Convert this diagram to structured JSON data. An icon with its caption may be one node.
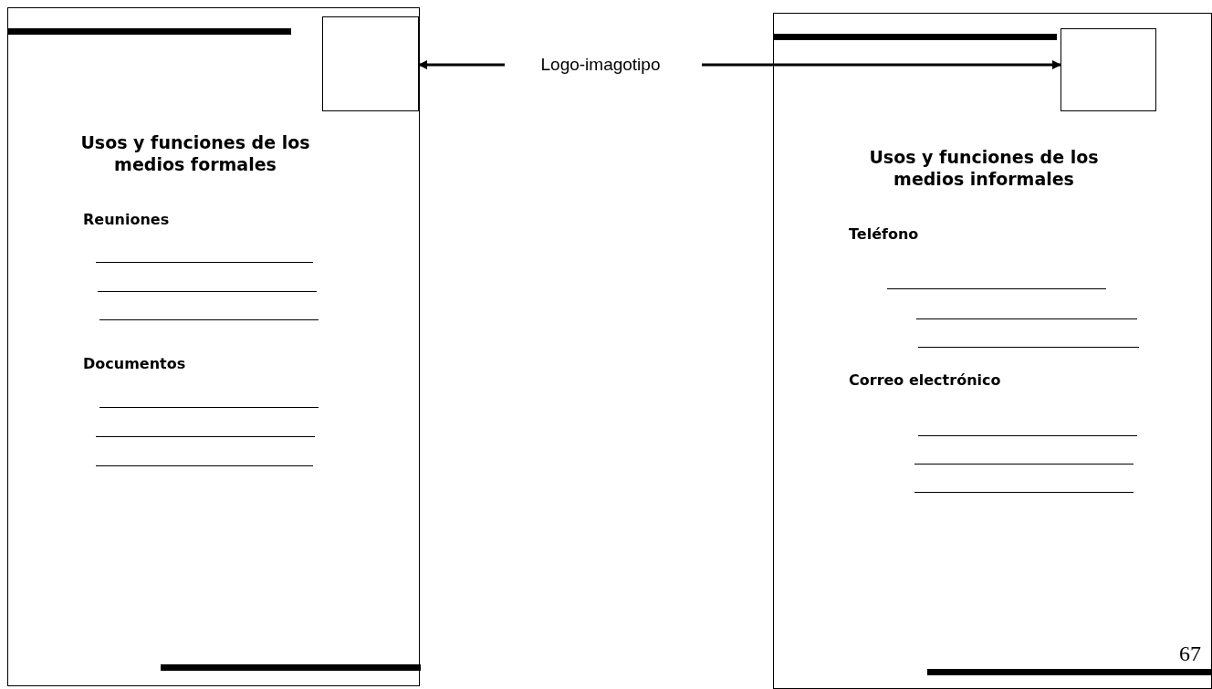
{
  "diagram": {
    "nodes": [
      {
        "text": [
          "Usos y funciones de los medios formales",
          "Reuniones",
          "Documentos"
        ]
      },
      {
        "text": [],
        "shape": "box",
        "in": 0
      },
      {
        "text": [
          "Logo-imagotipo"
        ]
      },
      {
        "text": [
          "Usos y funciones de los medios informales",
          "Teléfono",
          "Correo electrónico"
        ]
      },
      {
        "text": [],
        "shape": "box",
        "in": 3
      }
    ],
    "edges": [
      {
        "from": 2,
        "to": 1,
        "arrow": "to"
      },
      {
        "from": 2,
        "to": 4,
        "arrow": "to"
      }
    ],
    "labels": [
      "67"
    ]
  }
}
